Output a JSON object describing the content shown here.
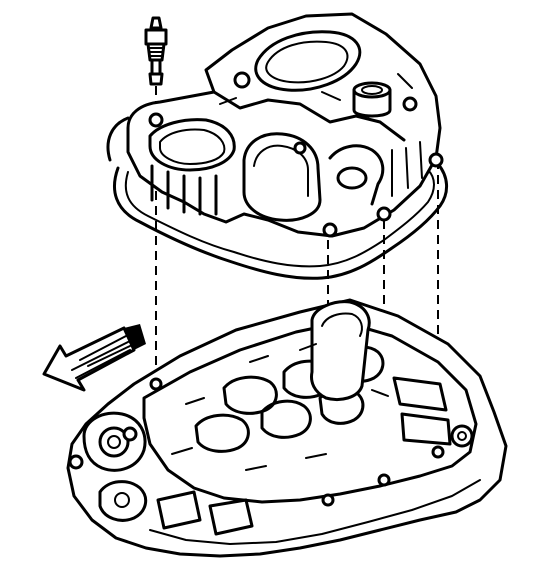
{
  "figure": {
    "kind": "exploded-assembly-line-drawing",
    "colors": {
      "ink": "#000000",
      "paper": "#ffffff"
    },
    "icons": [
      "stud-bolt-icon",
      "direction-arrow-icon"
    ],
    "parts": {
      "upper": "upper-intake-manifold",
      "gasket": "manifold-gasket",
      "lower": "lower-intake-manifold",
      "fastener": "stud-bolt"
    },
    "alignment_guides": 4,
    "arrow_direction": "front"
  }
}
